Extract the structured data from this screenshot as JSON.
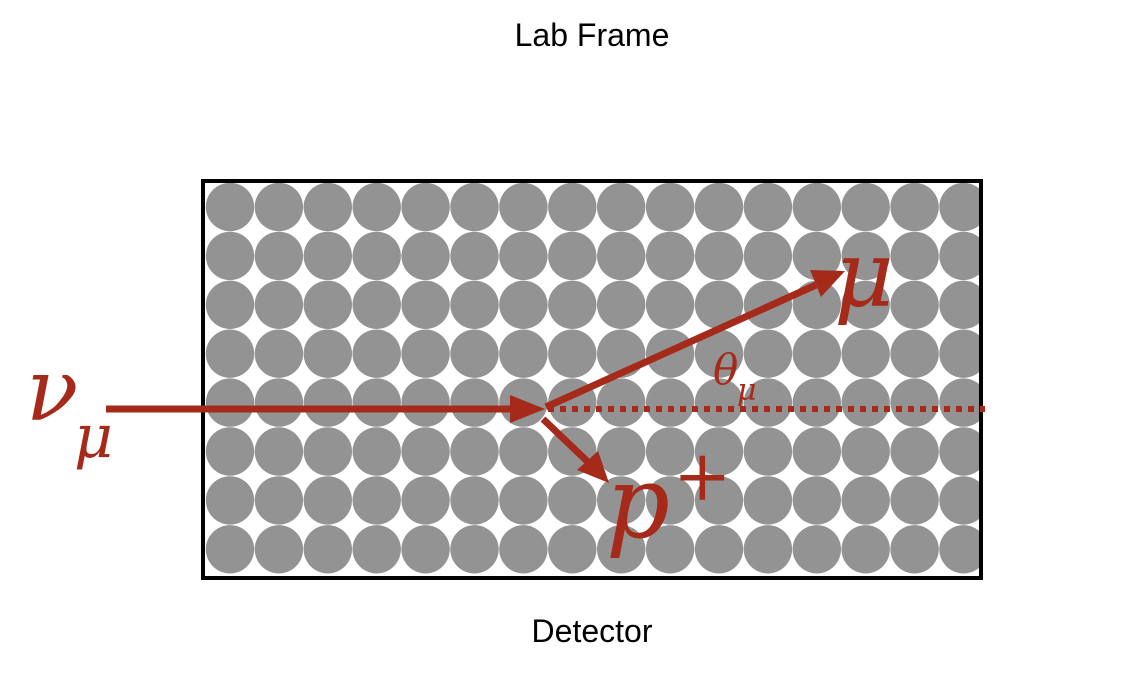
{
  "title": "Lab Frame",
  "caption": "Detector",
  "colors": {
    "arrow": "#a52a1a",
    "nucleon": "#939393",
    "frame": "#000000",
    "background": "#ffffff"
  },
  "detector": {
    "rows": 8,
    "columns": 16
  },
  "particles": {
    "incoming": {
      "symbol": "ν",
      "subscript": "μ"
    },
    "muon": {
      "symbol": "μ"
    },
    "proton": {
      "symbol": "p",
      "superscript": "+"
    }
  },
  "angle_label": {
    "symbol": "θ",
    "subscript": "μ"
  }
}
